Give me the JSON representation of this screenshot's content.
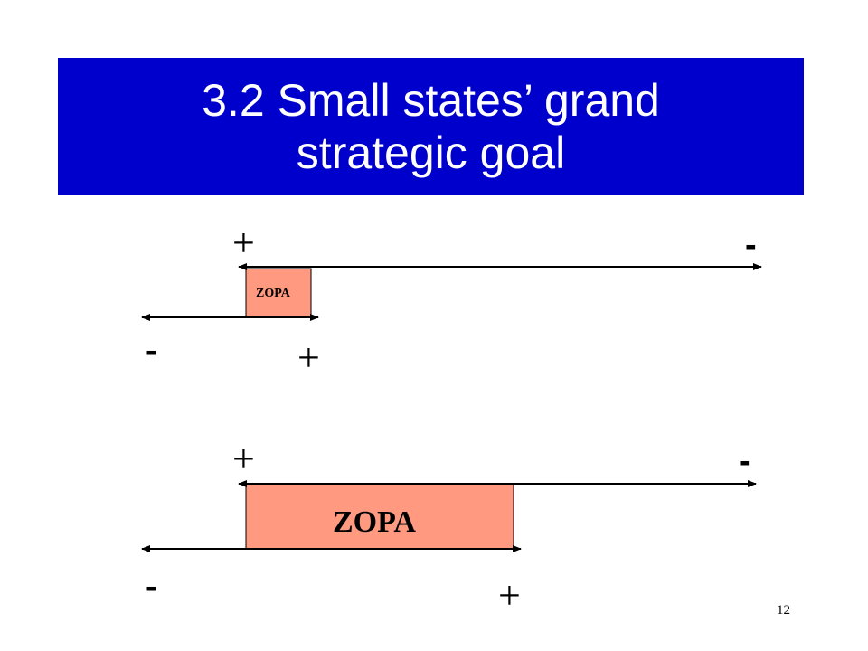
{
  "slide": {
    "title": "3.2 Small states’ grand strategic goal",
    "page_number": "12"
  },
  "colors": {
    "title_background": "#0000cc",
    "title_text": "#ffffff",
    "zopa_fill": "#ff9980"
  },
  "diagrams": [
    {
      "id": "small-zopa",
      "zopa_label": "ZOPA",
      "upper_plus": "+",
      "upper_minus": "-",
      "lower_minus": "-",
      "lower_plus": "+"
    },
    {
      "id": "large-zopa",
      "zopa_label": "ZOPA",
      "upper_plus": "+",
      "upper_minus": "-",
      "lower_minus": "-",
      "lower_plus": "+"
    }
  ]
}
